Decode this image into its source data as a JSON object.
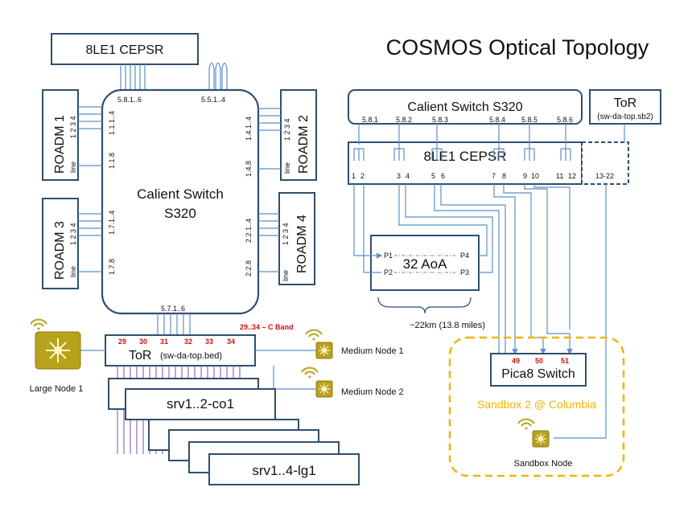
{
  "title": "COSMOS Optical Topology",
  "left": {
    "cepsr": "8LE1 CEPSR",
    "switch": {
      "line1": "Calient Switch",
      "line2": "S320"
    },
    "switch_ports": {
      "top_left": "5.8.1..6",
      "top_right": "5.5.1..4",
      "left_a": "1.1.1..4",
      "left_b": "1.1.8",
      "left_c": "1.7.1..4",
      "left_d": "1.7.8",
      "right_a": "1.4.1..4",
      "right_b": "1.4.8",
      "right_c": "2.2.1..4",
      "right_d": "2.2.8",
      "bottom": "5.7.1..6"
    },
    "roadms": [
      "ROADM 1",
      "ROADM 2",
      "ROADM 3",
      "ROADM 4"
    ],
    "roadm_port_nums": "1 2 3 4",
    "roadm_line": "line",
    "tor": {
      "label": "ToR",
      "sub": "(sw-da-top.bed)",
      "ports": [
        "29",
        "30",
        "31",
        "32",
        "33",
        "34"
      ],
      "band": "29..34 – C Band"
    },
    "large_node": "Large Node 1",
    "medium_node1": "Medium Node 1",
    "medium_node2": "Medium Node 2",
    "srv_top": "srv1..2-co1",
    "srv_bottom": "srv1..4-lg1"
  },
  "right": {
    "calient": "Calient Switch S320",
    "calient_ports": [
      "5.8.1",
      "5.8.2",
      "5.8.3",
      "5.8.4",
      "5.8.5",
      "5.8.6"
    ],
    "tor": {
      "label": "ToR",
      "sub": "(sw-da-top.sb2)"
    },
    "cepsr": "8LE1 CEPSR",
    "cepsr_ports": [
      "1",
      "2",
      "3",
      "4",
      "5",
      "6",
      "7",
      "8",
      "9",
      "10",
      "11",
      "12"
    ],
    "cepsr_range": "13-22",
    "aoa": {
      "label": "32 AoA",
      "p1": "P1",
      "p2": "P2",
      "p3": "P3",
      "p4": "P4"
    },
    "distance": "~22km (13.8 miles)",
    "pica": {
      "label": "Pica8 Switch",
      "ports": [
        "49",
        "50",
        "51"
      ]
    },
    "sandbox_title": "Sandbox 2 @ Columbia",
    "sandbox_node": "Sandbox Node"
  },
  "colors": {
    "box_stroke": "#2f4f6f",
    "wire": "#5b8fc7",
    "red": "#cc1111",
    "orange": "#f0b400",
    "node": "#b8a21c",
    "purple": "#7a4fb0"
  }
}
